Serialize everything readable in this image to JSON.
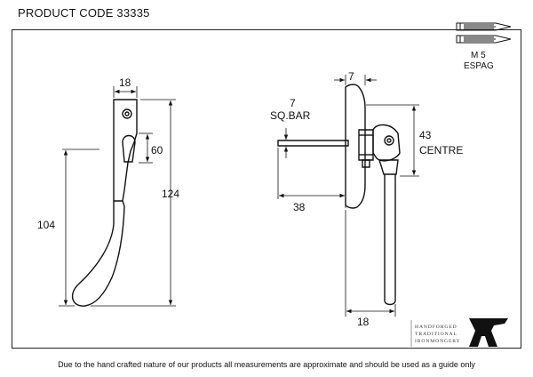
{
  "header": {
    "product_code": "PRODUCT CODE 33335"
  },
  "dimensions": {
    "handle_width": "18",
    "grip_height": "60",
    "overall_height": "124",
    "lever_length": "104",
    "plate_thickness": "7",
    "bar_size": "7",
    "bar_label": "SQ.BAR",
    "centre_value": "43",
    "centre_label": "CENTRE",
    "bar_length": "38",
    "lever_projection": "18"
  },
  "fixings": {
    "size": "M 5",
    "type": "ESPAG"
  },
  "brand": {
    "line1": "HANDFORGED",
    "line2": "TRADITIONAL",
    "line3": "IRONMONGERY"
  },
  "footer": {
    "disclaimer": "Due to the hand crafted nature of our products all measurements are approximate and should be used as a guide only"
  }
}
